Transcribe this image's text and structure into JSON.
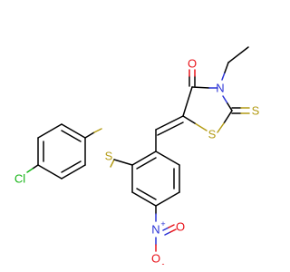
{
  "molecule": {
    "colors": {
      "carbon": "#000000",
      "oxygen": "#e8131a",
      "nitrogen": "#2a33d6",
      "sulfur": "#b49c16",
      "chlorine": "#15b415"
    },
    "labels": {
      "carbonyl_o": "O",
      "ring_n": "N",
      "ring_s": "S",
      "thione_s": "S",
      "thioether_s": "S",
      "chlorine": "Cl",
      "nitro_n": "N",
      "nitro_o_double": "O",
      "nitro_o_single": "O"
    },
    "charges": {
      "nitro_n": "+",
      "nitro_o_single": "-"
    }
  }
}
